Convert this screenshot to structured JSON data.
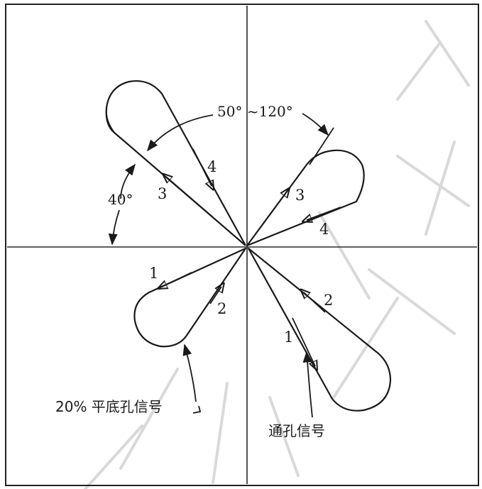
{
  "angle_labels": {
    "range": "50° ~120°",
    "tilt": "40°"
  },
  "lobe_labels": {
    "upper_left_in": "3",
    "upper_left_out": "4",
    "upper_right_in": "3",
    "upper_right_out": "4",
    "lower_left_out": "1",
    "lower_left_in": "2",
    "lower_right_out": "1",
    "lower_right_in": "2"
  },
  "captions": {
    "flat_bottom": "20% 平底孔信号",
    "through_hole": "通孔信号"
  },
  "icons": [
    "arrowhead-icon"
  ]
}
